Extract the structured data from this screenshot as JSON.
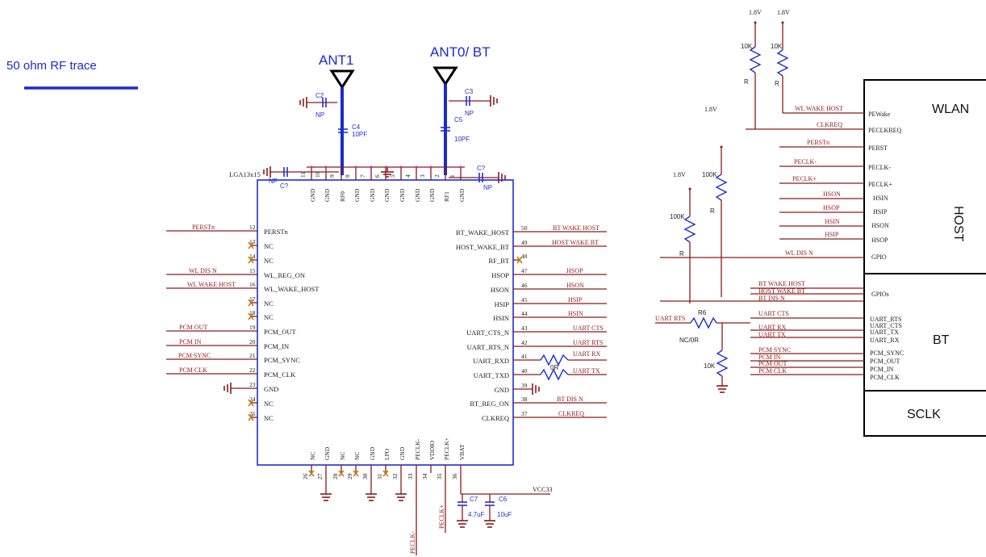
{
  "legend": {
    "trace_label": "50 ohm RF trace",
    "trace_color": "#1c2bc9"
  },
  "antennas": {
    "ant1": "ANT1",
    "ant0": "ANT0/ BT"
  },
  "chip": {
    "name": "LGA13x15",
    "top_pins": [
      {
        "num": "11",
        "name": "GND"
      },
      {
        "num": "10",
        "name": "GND"
      },
      {
        "num": "9",
        "name": "RF0"
      },
      {
        "num": "8",
        "name": "GND"
      },
      {
        "num": "7",
        "name": "GND"
      },
      {
        "num": "6",
        "name": "GND"
      },
      {
        "num": "5",
        "name": "GND"
      },
      {
        "num": "4",
        "name": "GND"
      },
      {
        "num": "3",
        "name": "GND"
      },
      {
        "num": "2",
        "name": "RF1"
      },
      {
        "num": "1",
        "name": "GND"
      }
    ],
    "left_pins": [
      {
        "num": "12",
        "name": "PERSTn",
        "net": "PERSTn",
        "nc": false
      },
      {
        "num": "13",
        "name": "NC",
        "net": "",
        "nc": true
      },
      {
        "num": "14",
        "name": "NC",
        "net": "",
        "nc": true
      },
      {
        "num": "15",
        "name": "WL_REG_ON",
        "net": "WL DIS N",
        "nc": false
      },
      {
        "num": "16",
        "name": "WL_WAKE_HOST",
        "net": "WL WAKE HOST",
        "nc": false
      },
      {
        "num": "17",
        "name": "NC",
        "net": "",
        "nc": true
      },
      {
        "num": "18",
        "name": "NC",
        "net": "",
        "nc": true
      },
      {
        "num": "19",
        "name": "PCM_OUT",
        "net": "PCM OUT",
        "nc": false
      },
      {
        "num": "20",
        "name": "PCM_IN",
        "net": "PCM IN",
        "nc": false
      },
      {
        "num": "21",
        "name": "PCM_SYNC",
        "net": "PCM SYNC",
        "nc": false
      },
      {
        "num": "22",
        "name": "PCM_CLK",
        "net": "PCM CLK",
        "nc": false
      },
      {
        "num": "23",
        "name": "GND",
        "net": "",
        "nc": false
      },
      {
        "num": "24",
        "name": "NC",
        "net": "",
        "nc": true
      },
      {
        "num": "25",
        "name": "NC",
        "net": "",
        "nc": true
      }
    ],
    "right_pins": [
      {
        "num": "50",
        "name": "BT_WAKE_HOST",
        "net": "BT WAKE HOST"
      },
      {
        "num": "49",
        "name": "HOST_WAKE_BT",
        "net": "HOST WAKE BT"
      },
      {
        "num": "48",
        "name": "RF_BT",
        "net": ""
      },
      {
        "num": "47",
        "name": "HSOP",
        "net": "HSOP"
      },
      {
        "num": "46",
        "name": "HSON",
        "net": "HSON"
      },
      {
        "num": "45",
        "name": "HSIP",
        "net": "HSIP"
      },
      {
        "num": "44",
        "name": "HSIN",
        "net": "HSIN"
      },
      {
        "num": "43",
        "name": "UART_CTS_N",
        "net": "UART CTS"
      },
      {
        "num": "42",
        "name": "UART_RTS_N",
        "net": "UART RTS"
      },
      {
        "num": "41",
        "name": "UART_RXD",
        "net": "UART RX"
      },
      {
        "num": "40",
        "name": "UART_TXD",
        "net": "UART TX"
      },
      {
        "num": "39",
        "name": "GND",
        "net": ""
      },
      {
        "num": "38",
        "name": "BT_REG_ON",
        "net": "BT DIS N"
      },
      {
        "num": "37",
        "name": "CLKREQ",
        "net": "CLKREQ"
      }
    ],
    "bottom_pins": [
      {
        "num": "26",
        "name": "NC"
      },
      {
        "num": "27",
        "name": "GND"
      },
      {
        "num": "28",
        "name": "NC"
      },
      {
        "num": "29",
        "name": "NC"
      },
      {
        "num": "30",
        "name": "GND"
      },
      {
        "num": "31",
        "name": "LPO"
      },
      {
        "num": "32",
        "name": "GND"
      },
      {
        "num": "33",
        "name": "PECLK-"
      },
      {
        "num": "34",
        "name": "VDDIO"
      },
      {
        "num": "35",
        "name": "PECLK+"
      },
      {
        "num": "36",
        "name": "VBAT"
      }
    ]
  },
  "components": {
    "c2": {
      "ref": "C2",
      "val": "NP"
    },
    "c3": {
      "ref": "C3",
      "val": "NP"
    },
    "c4": {
      "ref": "C4",
      "val": "10PF"
    },
    "c5": {
      "ref": "C5",
      "val": "10PF"
    },
    "c7a": {
      "ref": "C?",
      "val": "NP"
    },
    "c7b": {
      "ref": "C?",
      "val": "NP"
    },
    "c7": {
      "ref": "C7",
      "val": "4.7uF"
    },
    "c6": {
      "ref": "C6",
      "val": "10uF"
    },
    "r0": "0R",
    "r6": {
      "ref": "R6",
      "val": "NC/0R"
    },
    "r10k": "10K",
    "vcc": "VCC33",
    "peclk_minus": "PECLK-",
    "peclk_plus": "PECLK+",
    "uart_rts_left": "UART RTS"
  },
  "host": {
    "wlan": "WLAN",
    "host": "HOST",
    "bt": "BT",
    "sclk": "SCLK",
    "v1": "1.8V",
    "v2": "1.8V",
    "v3": "1.8V",
    "v4": "1.8V",
    "r10k_a": "10K",
    "r10k_b": "10K",
    "r100k_a": "100K",
    "r100k_b": "100K",
    "r_label": "R",
    "wlan_pins": [
      "PEWake",
      "PECLKREQ",
      "PERST",
      "PECLK-",
      "PECLK+",
      "HSIN",
      "HSIP",
      "HSON",
      "HSOP",
      "GPIO"
    ],
    "wlan_nets": [
      "WL WAKE HOST",
      "CLKREQ",
      "PERSTn",
      "PECLK-",
      "PECLK+",
      "HSON",
      "HSOP",
      "HSIN",
      "HSIP",
      "WL DIS N"
    ],
    "gpio_label": "GPIOs",
    "gpio_nets": [
      "BT WAKE HOST",
      "HOST WAKE BT",
      "BT DIS N"
    ],
    "bt_pins": [
      "UART_RTS",
      "UART_CTS",
      "UART_TX",
      "UART_RX",
      "PCM_SYNC",
      "PCM_OUT",
      "PCM_IN",
      "PCM_CLK"
    ],
    "bt_nets": [
      "UART CTS",
      "UART RX",
      "UART TX",
      "PCM SYNC",
      "PCM IN",
      "PCM OUT",
      "PCM CLK"
    ]
  }
}
